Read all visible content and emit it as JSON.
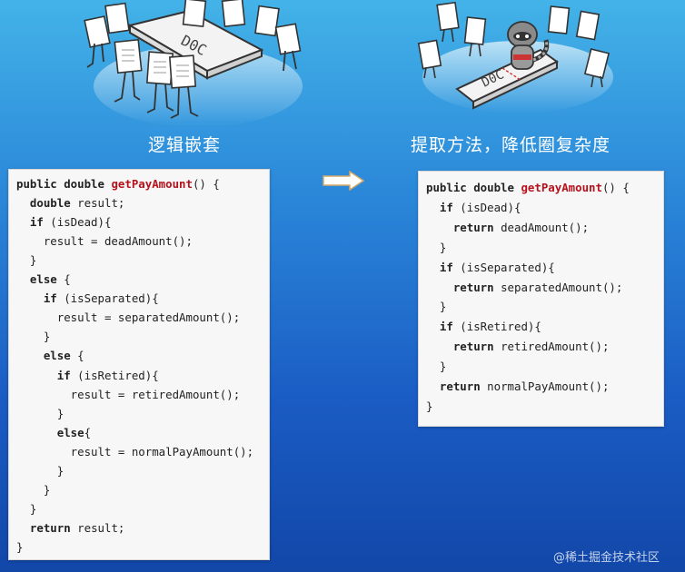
{
  "captions": {
    "left": "逻辑嵌套",
    "right": "提取方法，降低圈复杂度"
  },
  "code_left": [
    [
      {
        "t": "public double ",
        "c": "kw"
      },
      {
        "t": "getPayAmount",
        "c": "fn"
      },
      {
        "t": "() {",
        "c": ""
      }
    ],
    [
      {
        "t": "  ",
        "c": ""
      },
      {
        "t": "double",
        "c": "kw"
      },
      {
        "t": " result;",
        "c": ""
      }
    ],
    [
      {
        "t": "  ",
        "c": ""
      },
      {
        "t": "if",
        "c": "kw"
      },
      {
        "t": " (isDead){",
        "c": ""
      }
    ],
    [
      {
        "t": "    result = deadAmount();",
        "c": ""
      }
    ],
    [
      {
        "t": "  }",
        "c": ""
      }
    ],
    [
      {
        "t": "  ",
        "c": ""
      },
      {
        "t": "else",
        "c": "kw"
      },
      {
        "t": " {",
        "c": ""
      }
    ],
    [
      {
        "t": "    ",
        "c": ""
      },
      {
        "t": "if",
        "c": "kw"
      },
      {
        "t": " (isSeparated){",
        "c": ""
      }
    ],
    [
      {
        "t": "      result = separatedAmount();",
        "c": ""
      }
    ],
    [
      {
        "t": "    }",
        "c": ""
      }
    ],
    [
      {
        "t": "    ",
        "c": ""
      },
      {
        "t": "else",
        "c": "kw"
      },
      {
        "t": " {",
        "c": ""
      }
    ],
    [
      {
        "t": "      ",
        "c": ""
      },
      {
        "t": "if",
        "c": "kw"
      },
      {
        "t": " (isRetired){",
        "c": ""
      }
    ],
    [
      {
        "t": "        result = retiredAmount();",
        "c": ""
      }
    ],
    [
      {
        "t": "      }",
        "c": ""
      }
    ],
    [
      {
        "t": "      ",
        "c": ""
      },
      {
        "t": "else",
        "c": "kw"
      },
      {
        "t": "{",
        "c": ""
      }
    ],
    [
      {
        "t": "        result = normalPayAmount();",
        "c": ""
      }
    ],
    [
      {
        "t": "      }",
        "c": ""
      }
    ],
    [
      {
        "t": "    }",
        "c": ""
      }
    ],
    [
      {
        "t": "  }",
        "c": ""
      }
    ],
    [
      {
        "t": "  ",
        "c": ""
      },
      {
        "t": "return",
        "c": "kw"
      },
      {
        "t": " result;",
        "c": ""
      }
    ],
    [
      {
        "t": "}",
        "c": ""
      }
    ]
  ],
  "code_right": [
    [
      {
        "t": "public double ",
        "c": "kw"
      },
      {
        "t": "getPayAmount",
        "c": "fn"
      },
      {
        "t": "() {",
        "c": ""
      }
    ],
    [
      {
        "t": "  ",
        "c": ""
      },
      {
        "t": "if",
        "c": "kw"
      },
      {
        "t": " (isDead){",
        "c": ""
      }
    ],
    [
      {
        "t": "    ",
        "c": ""
      },
      {
        "t": "return",
        "c": "kw"
      },
      {
        "t": " deadAmount();",
        "c": ""
      }
    ],
    [
      {
        "t": "  }",
        "c": ""
      }
    ],
    [
      {
        "t": "  ",
        "c": ""
      },
      {
        "t": "if",
        "c": "kw"
      },
      {
        "t": " (isSeparated){",
        "c": ""
      }
    ],
    [
      {
        "t": "    ",
        "c": ""
      },
      {
        "t": "return",
        "c": "kw"
      },
      {
        "t": " separatedAmount();",
        "c": ""
      }
    ],
    [
      {
        "t": "  }",
        "c": ""
      }
    ],
    [
      {
        "t": "  ",
        "c": ""
      },
      {
        "t": "if",
        "c": "kw"
      },
      {
        "t": " (isRetired){",
        "c": ""
      }
    ],
    [
      {
        "t": "    ",
        "c": ""
      },
      {
        "t": "return",
        "c": "kw"
      },
      {
        "t": " retiredAmount();",
        "c": ""
      }
    ],
    [
      {
        "t": "  }",
        "c": ""
      }
    ],
    [
      {
        "t": "  ",
        "c": ""
      },
      {
        "t": "return",
        "c": "kw"
      },
      {
        "t": " normalPayAmount();",
        "c": ""
      }
    ],
    [
      {
        "t": "}",
        "c": ""
      }
    ]
  ],
  "watermark": "@稀土掘金技术社区",
  "colors": {
    "keyword": "#222222",
    "function_name": "#b5121b",
    "code_bg": "#f7f7f7"
  },
  "icons": {
    "arrow": "right-arrow-icon",
    "left_illustration": "pages-carrying-code-board-illustration",
    "right_illustration": "raccoon-on-code-board-illustration"
  }
}
